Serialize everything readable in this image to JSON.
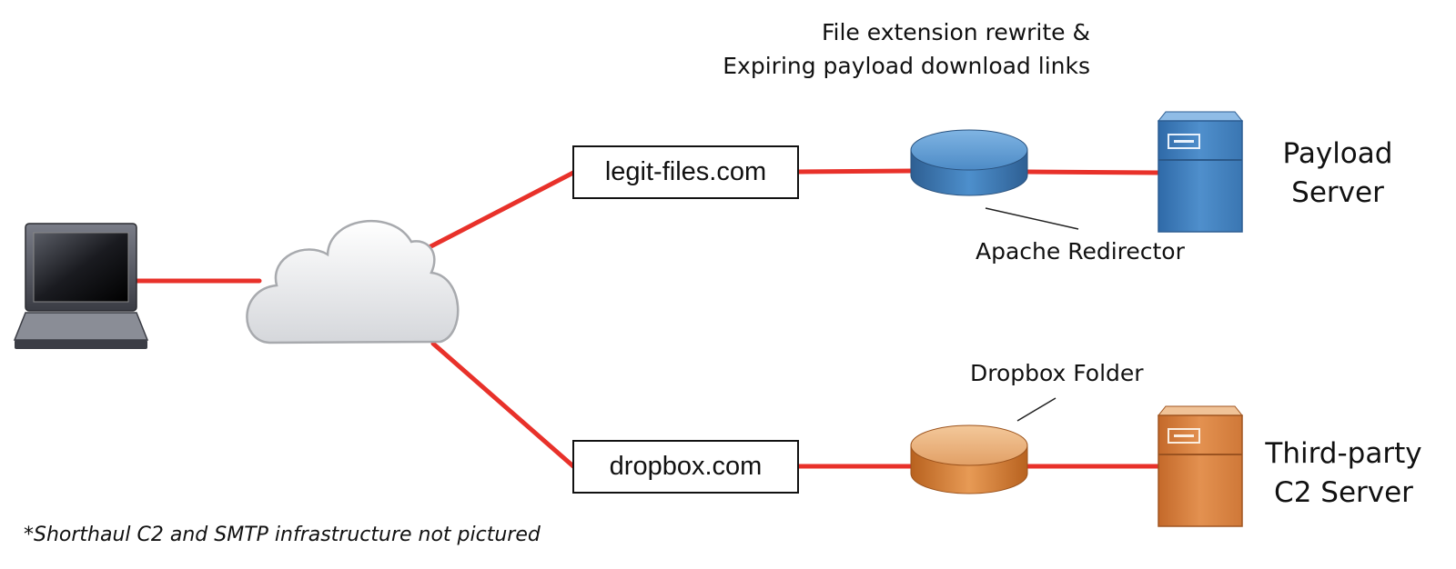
{
  "annotation": {
    "line1": "File extension rewrite &",
    "line2": "Expiring payload download links"
  },
  "nodes": {
    "laptop": {
      "icon": "laptop-icon"
    },
    "internet": {
      "icon": "cloud-icon"
    },
    "legit_domain": {
      "label": "legit-files.com"
    },
    "dropbox_domain": {
      "label": "dropbox.com"
    },
    "apache_redirector": {
      "label": "Apache Redirector",
      "icon": "disk-icon",
      "color": "#3f7fbf"
    },
    "dropbox_folder": {
      "label": "Dropbox Folder",
      "icon": "disk-icon",
      "color": "#d9823f"
    },
    "payload_server": {
      "label_line1": "Payload",
      "label_line2": "Server",
      "icon": "server-icon",
      "color": "#3f78b5"
    },
    "c2_server": {
      "label_line1": "Third-party",
      "label_line2": "C2 Server",
      "icon": "server-icon",
      "color": "#d07a3c"
    }
  },
  "connection_color": "#e8312a",
  "footnote": "*Shorthaul C2 and SMTP infrastructure not pictured"
}
